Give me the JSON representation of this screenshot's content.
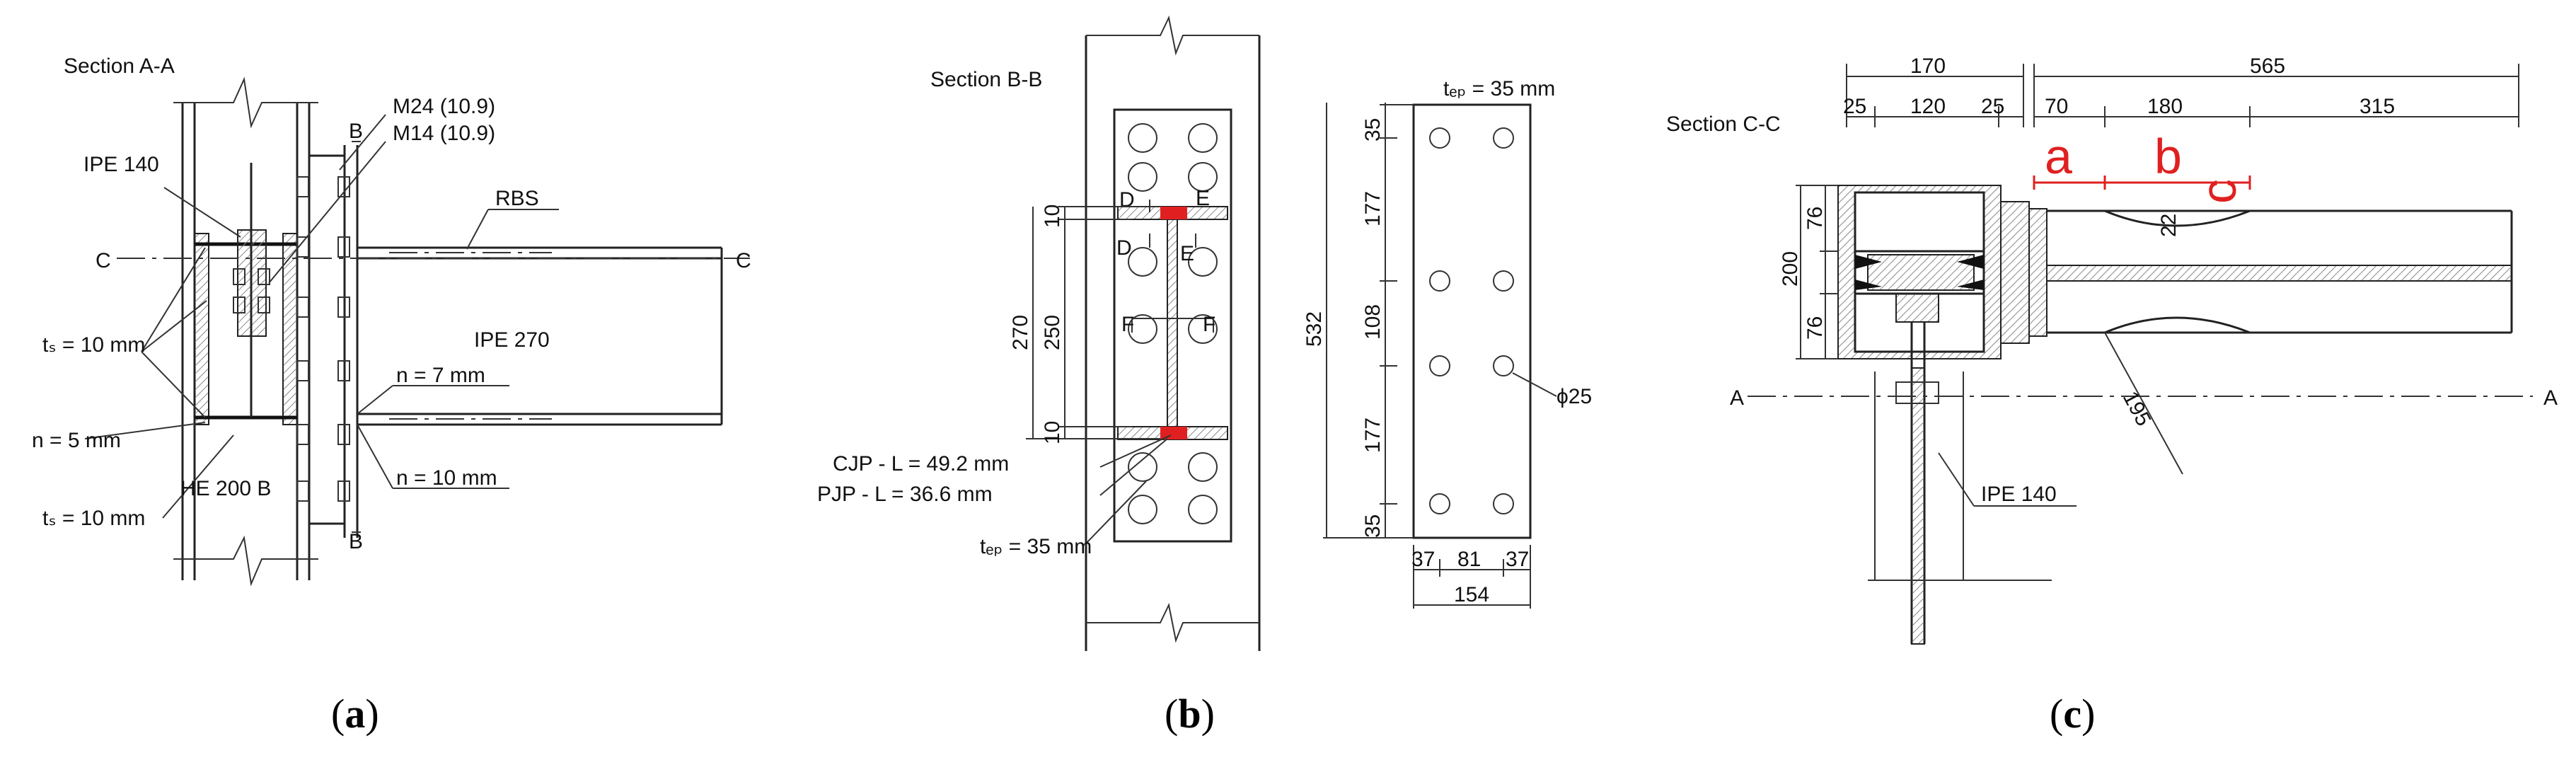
{
  "panel_a": {
    "title": "Section A-A",
    "labels": {
      "ipe140": "IPE 140",
      "m24": "M24 (10.9)",
      "m14": "M14 (10.9)",
      "rbs": "RBS",
      "c_left": "C",
      "c_right": "C",
      "b_top": "B",
      "b_bottom": "B",
      "ts1": "tₛ = 10 mm",
      "ipe270": "IPE 270",
      "n7": "n = 7 mm",
      "n5": "n = 5 mm",
      "n10": "n = 10 mm",
      "ts2": "tₛ = 10 mm",
      "he200b": "HE 200 B"
    },
    "caption": {
      "open": "(",
      "letter": "a",
      "close": ")"
    }
  },
  "panel_b": {
    "title": "Section B-B",
    "labels": {
      "d_top": "D",
      "e_top": "E",
      "d_mid": "D",
      "e_mid": "E",
      "f_left": "F",
      "f_right": "F",
      "cjp": "CJP - L = 49.2 mm",
      "pjp": "PJP - L = 36.6 mm",
      "tep": "tₑₚ = 35 mm",
      "tep_plate": "tₑₚ = 35 mm",
      "phi25": "ϕ25"
    },
    "dims_left": [
      "10",
      "250",
      "10",
      "270"
    ],
    "dims_right": [
      "35",
      "177",
      "108",
      "177",
      "35",
      "532"
    ],
    "dims_bottom": [
      "37",
      "81",
      "37",
      "154"
    ],
    "caption": {
      "open": "(",
      "letter": "b",
      "close": ")"
    }
  },
  "panel_c": {
    "title": "Section C-C",
    "dims_top": [
      "170",
      "25",
      "120",
      "25",
      "565",
      "70",
      "180",
      "315"
    ],
    "dims_left": [
      "76",
      "200",
      "76"
    ],
    "labels": {
      "a_red": "a",
      "b_red": "b",
      "c_red": "c",
      "d22": "22",
      "d195": "195",
      "a_left": "A",
      "a_right": "A",
      "ipe140": "IPE 140"
    },
    "caption": {
      "open": "(",
      "letter": "c",
      "close": ")"
    }
  },
  "colors": {
    "line": "#222222",
    "weld_fill": "#e02020",
    "annotation_red": "#e02020",
    "hatch": "#888888"
  }
}
